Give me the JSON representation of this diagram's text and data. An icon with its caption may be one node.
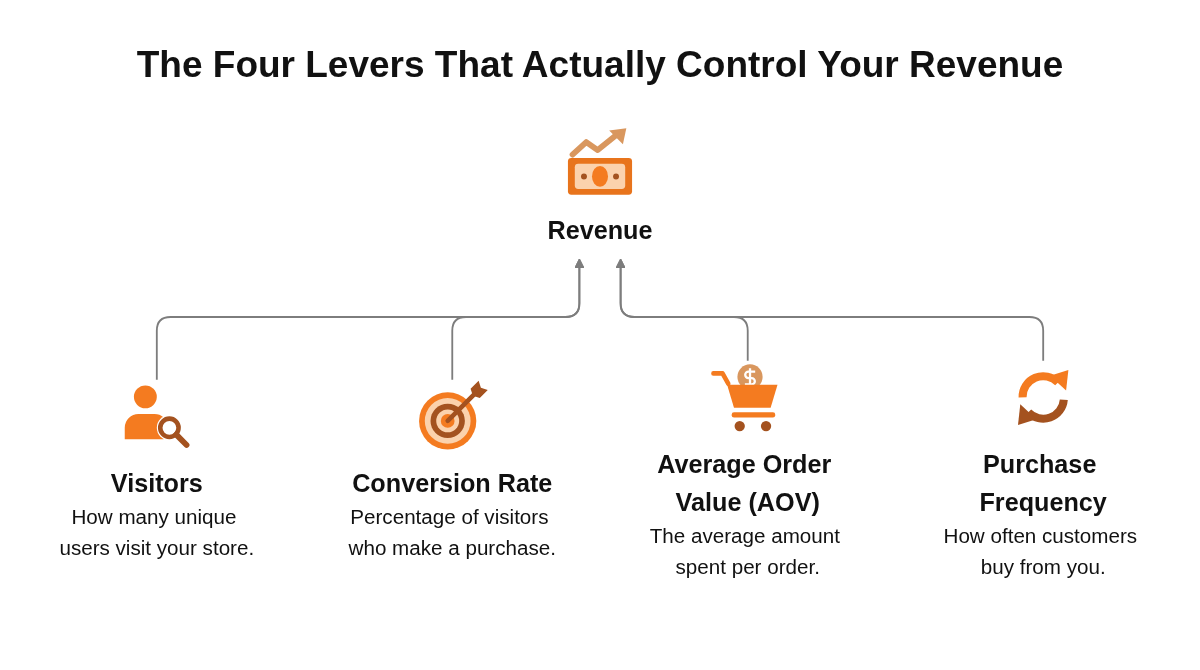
{
  "diagram": {
    "title": "The Four Levers That Actually Control Your Revenue",
    "nodes": [
      {
        "text": [
          "Revenue"
        ]
      },
      {
        "text": [
          "Visitors",
          "How many unique users visit your store."
        ]
      },
      {
        "text": [
          "Conversion Rate",
          "Percentage of visitors who make a purchase."
        ]
      },
      {
        "text": [
          "Average Order Value (AOV)",
          "The average amount spent per order."
        ]
      },
      {
        "text": [
          "Purchase Frequency",
          "How often customers buy from you."
        ]
      }
    ],
    "edges": [
      {
        "from": 1,
        "to": 0,
        "arrow": "to"
      },
      {
        "from": 2,
        "to": 0,
        "arrow": "to"
      },
      {
        "from": 3,
        "to": 0,
        "arrow": "to"
      },
      {
        "from": 4,
        "to": 0,
        "arrow": "to"
      }
    ]
  }
}
